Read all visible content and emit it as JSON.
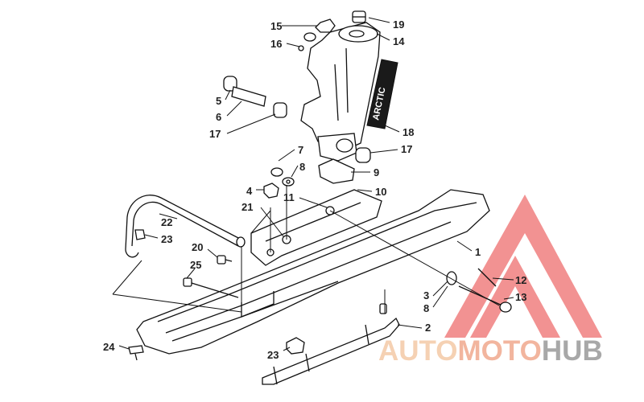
{
  "diagram": {
    "labels": [
      {
        "id": "p15",
        "text": "15"
      },
      {
        "id": "p19",
        "text": "19"
      },
      {
        "id": "p14",
        "text": "14"
      },
      {
        "id": "p16",
        "text": "16"
      },
      {
        "id": "p5",
        "text": "5"
      },
      {
        "id": "p6",
        "text": "6"
      },
      {
        "id": "p17a",
        "text": "17"
      },
      {
        "id": "p18",
        "text": "18"
      },
      {
        "id": "p7",
        "text": "7"
      },
      {
        "id": "p8a",
        "text": "8"
      },
      {
        "id": "p17b",
        "text": "17"
      },
      {
        "id": "p9",
        "text": "9"
      },
      {
        "id": "p4",
        "text": "4"
      },
      {
        "id": "p11",
        "text": "11"
      },
      {
        "id": "p10",
        "text": "10"
      },
      {
        "id": "p21",
        "text": "21"
      },
      {
        "id": "p22",
        "text": "22"
      },
      {
        "id": "p23a",
        "text": "23"
      },
      {
        "id": "p20",
        "text": "20"
      },
      {
        "id": "p25",
        "text": "25"
      },
      {
        "id": "p1",
        "text": "1"
      },
      {
        "id": "p12",
        "text": "12"
      },
      {
        "id": "p3",
        "text": "3"
      },
      {
        "id": "p13",
        "text": "13"
      },
      {
        "id": "p8b",
        "text": "8"
      },
      {
        "id": "p2",
        "text": "2"
      },
      {
        "id": "p24",
        "text": "24"
      },
      {
        "id": "p23b",
        "text": "23"
      }
    ]
  },
  "watermark": {
    "part1": "AUTO",
    "part2": "MOTO",
    "part3": "HUB",
    "color_light": "#f4c9a6",
    "color_mid": "#f0a98e",
    "color_dark": "#9a9a9a",
    "triangle_color": "#f08080"
  }
}
